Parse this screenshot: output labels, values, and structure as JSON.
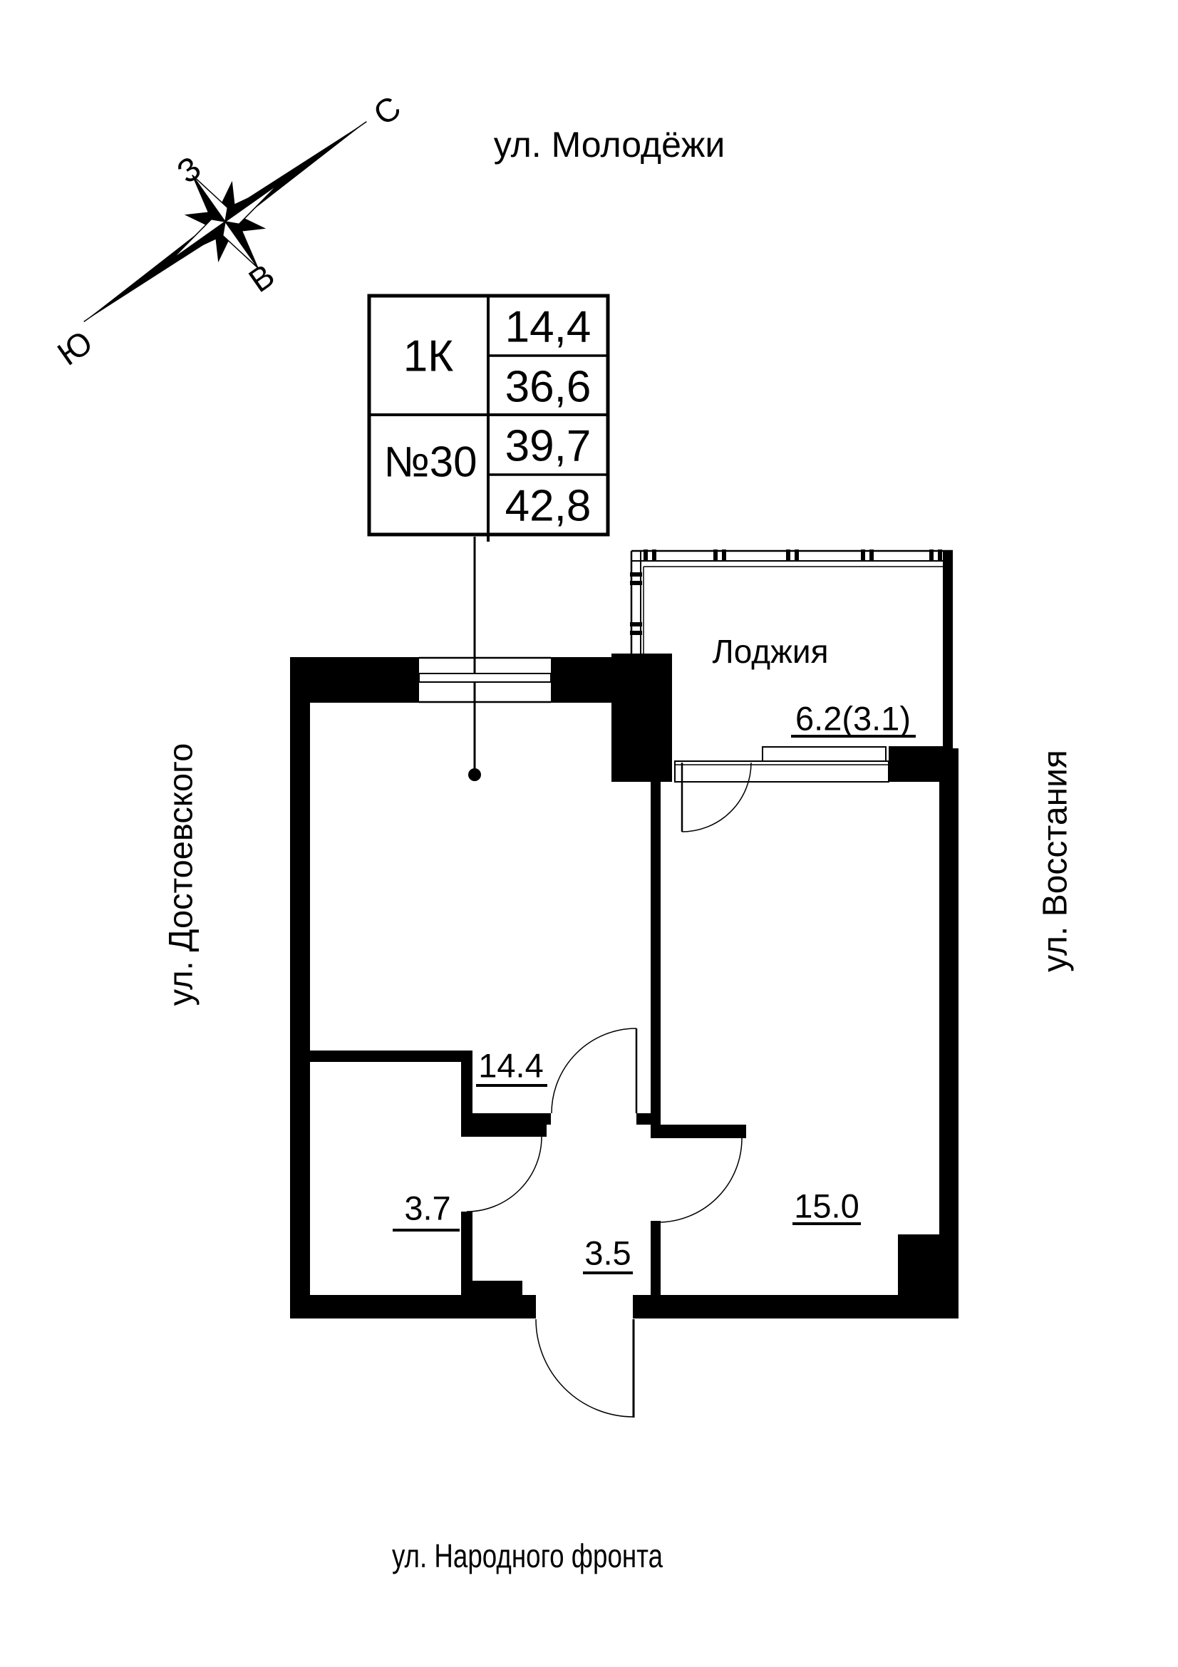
{
  "streets": {
    "top": "ул. Молодёжи",
    "left": "ул. Достоевского",
    "right": "ул. Восстания",
    "bottom": "ул. Народного фронта"
  },
  "compass": {
    "north": "С",
    "west": "З",
    "east": "В",
    "south": "Ю"
  },
  "unit_card": {
    "type": "1К",
    "number": "№30",
    "values": [
      "14,4",
      "36,6",
      "39,7",
      "42,8"
    ]
  },
  "rooms": {
    "loggia": {
      "name": "Лоджия",
      "area": "6.2(3.1)"
    },
    "living": {
      "area": "14.4"
    },
    "bathroom": {
      "area": "3.7"
    },
    "hallway": {
      "area": "3.5"
    },
    "bedroom": {
      "area": "15.0"
    }
  },
  "colors": {
    "ink": "#000000",
    "paper": "#ffffff"
  }
}
